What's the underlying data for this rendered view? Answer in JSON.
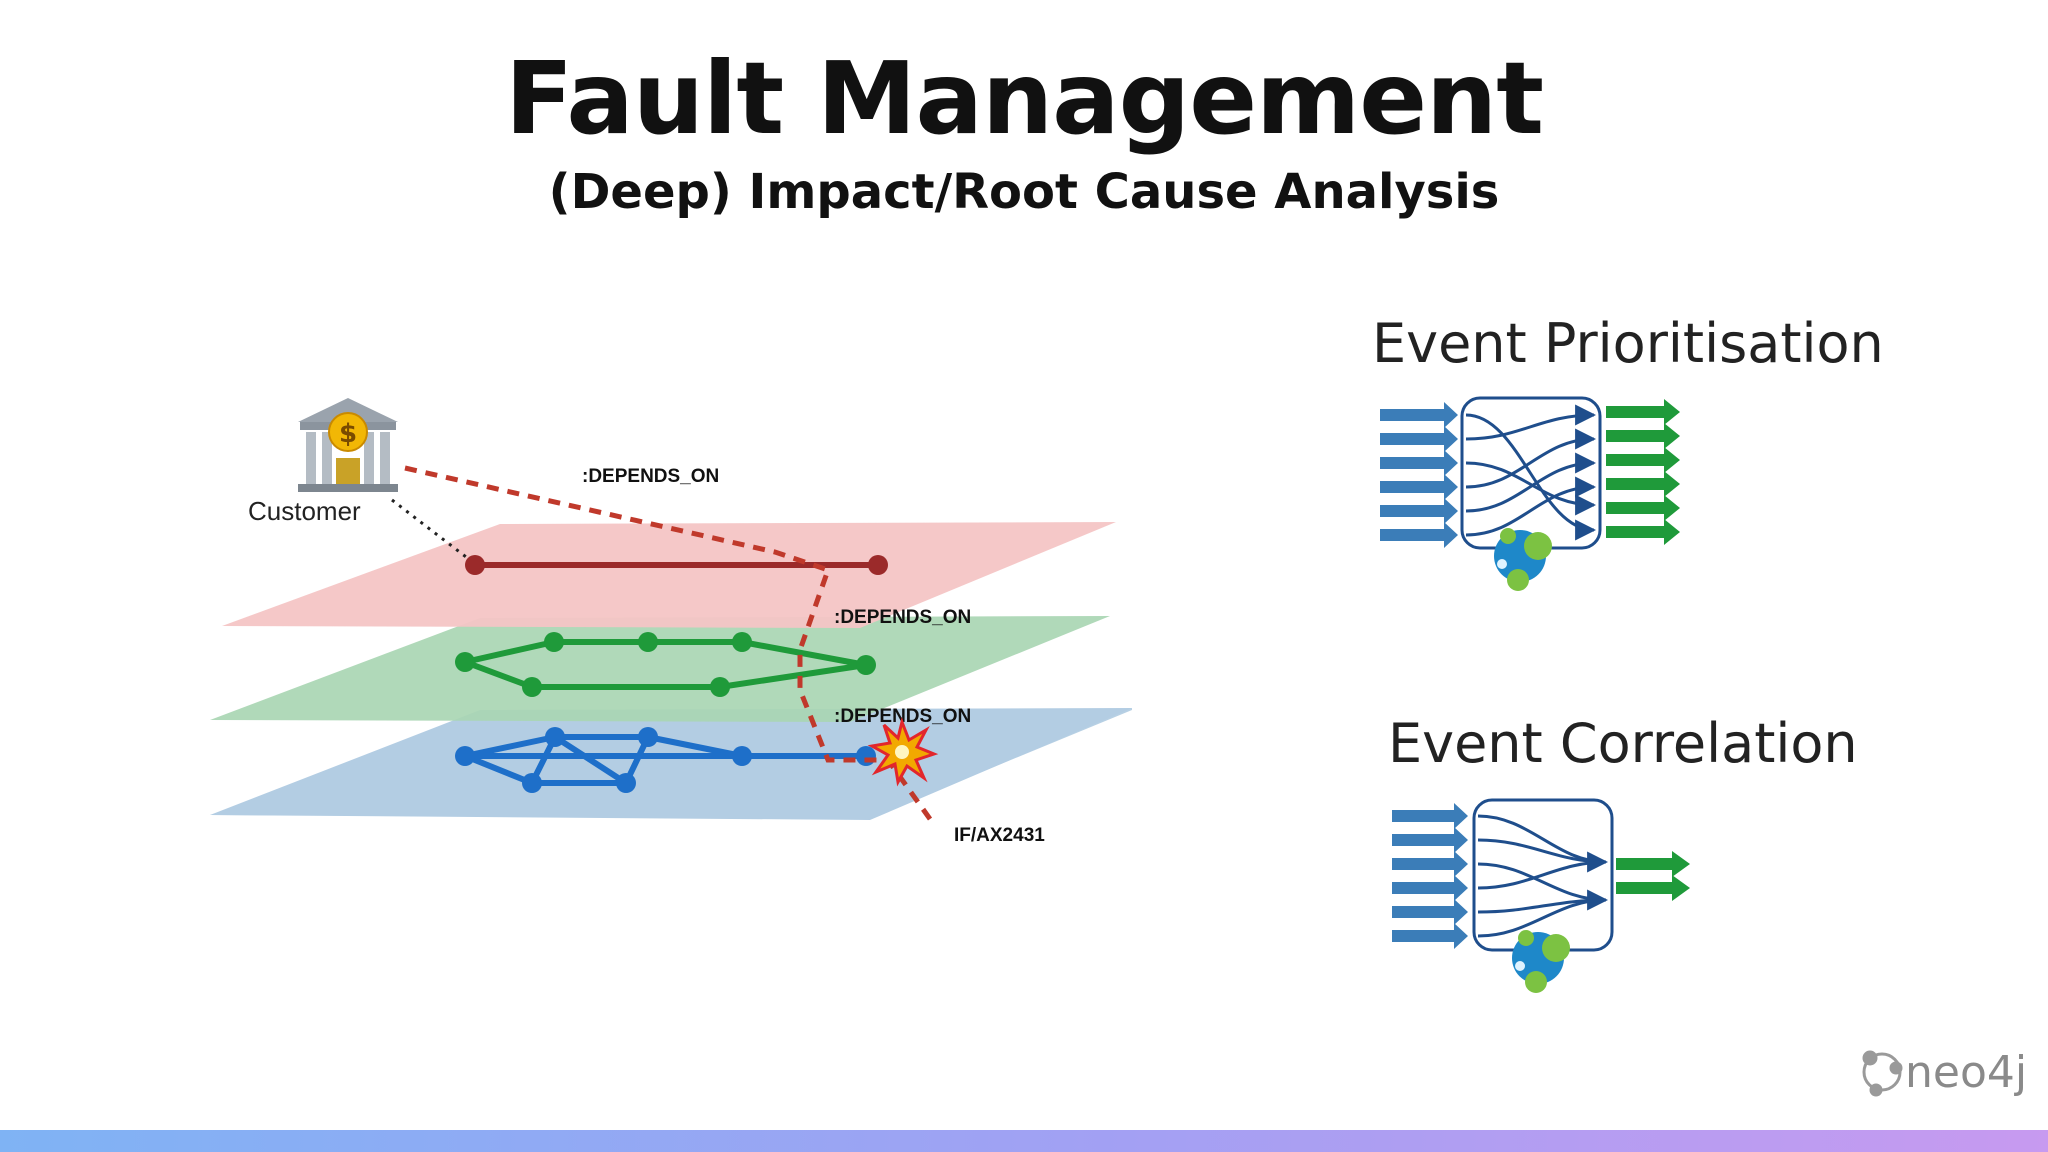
{
  "slide": {
    "title": "Fault Management",
    "subtitle": "(Deep) Impact/Root Cause Analysis"
  },
  "diagram": {
    "customer_label": "Customer",
    "customer_icon": "bank-icon",
    "relationships": [
      ":DEPENDS_ON",
      ":DEPENDS_ON",
      ":DEPENDS_ON"
    ],
    "fault_label": "IF/AX2431",
    "fault_icon": "explosion-icon",
    "layer_colors": {
      "service": "#f4c5c5",
      "logical": "#a9d6b3",
      "physical": "#b3cde3",
      "dependency": "#c0392b"
    }
  },
  "panels": {
    "prioritisation": {
      "heading": "Event Prioritisation"
    },
    "correlation": {
      "heading": "Event Correlation"
    }
  },
  "brand": {
    "logo_text": "neo4j"
  }
}
